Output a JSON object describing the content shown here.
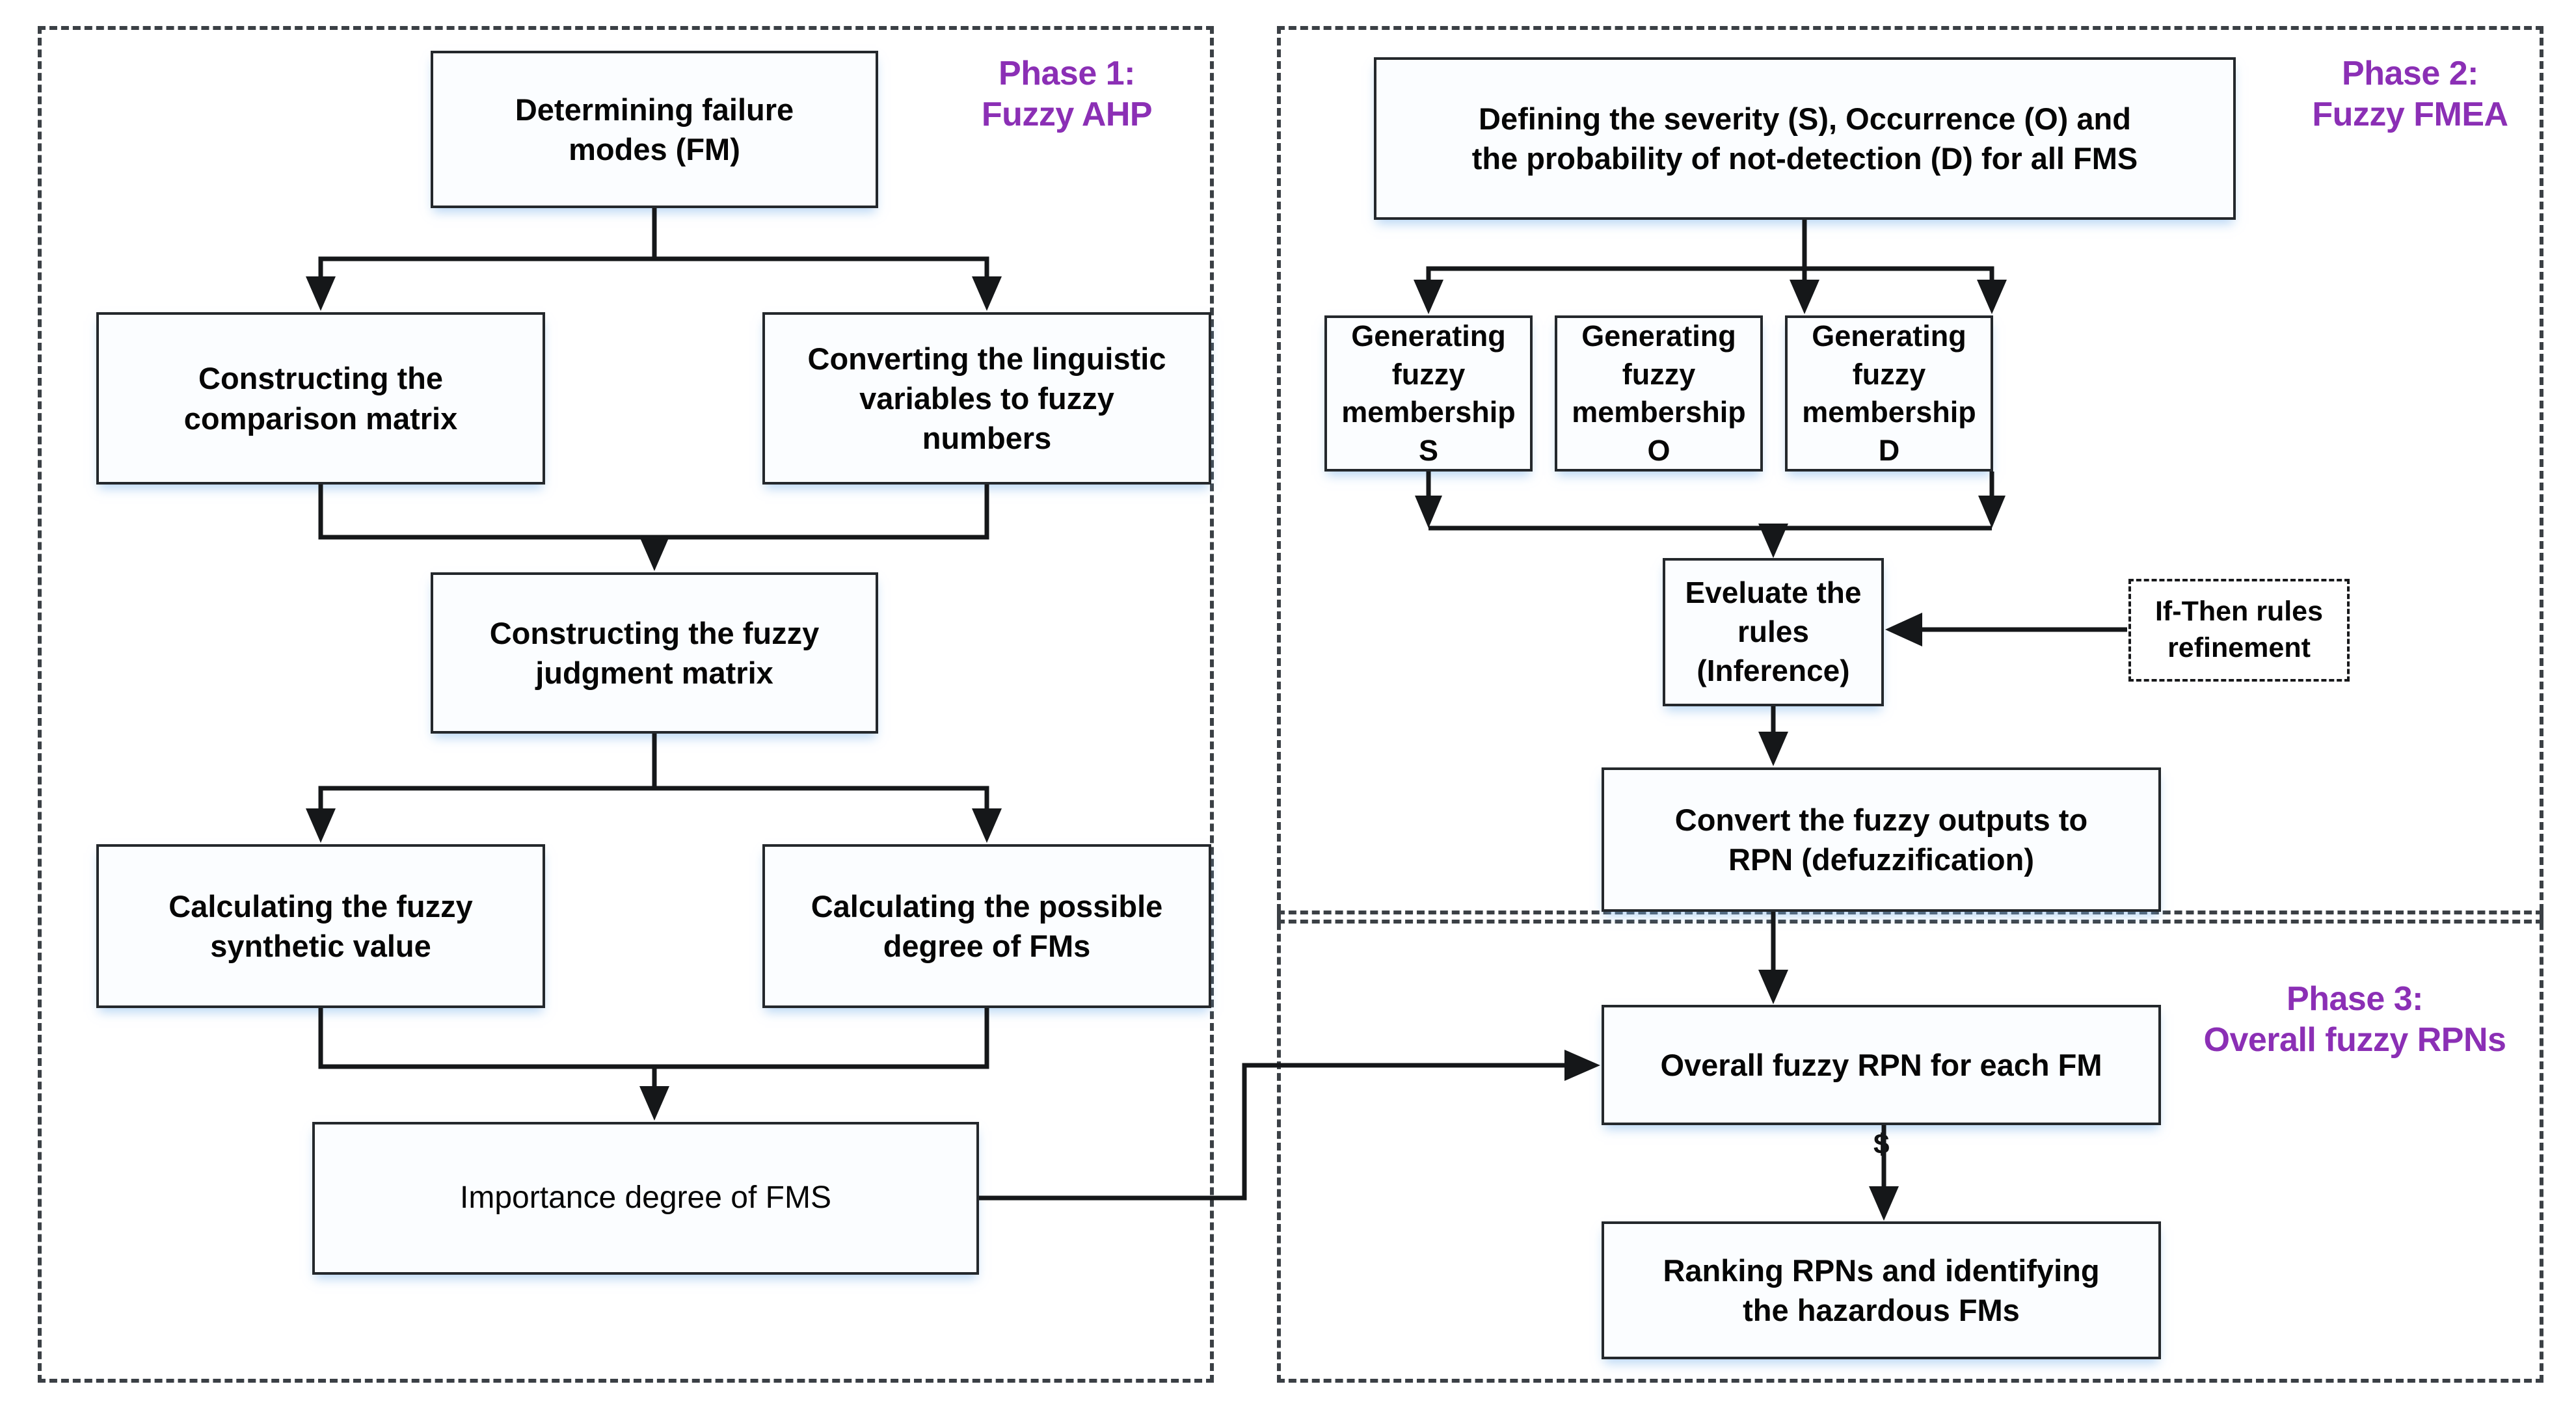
{
  "diagram": {
    "title_color": "#8B2FB5",
    "phases": [
      {
        "id": "phase1",
        "label": "Phase 1:\nFuzzy AHP"
      },
      {
        "id": "phase2",
        "label": "Phase 2:\nFuzzy FMEA"
      },
      {
        "id": "phase3",
        "label": "Phase 3:\nOverall fuzzy RPNs"
      }
    ],
    "nodes": {
      "determining_failure_modes": "Determining failure\nmodes (FM)",
      "constructing_comparison_matrix": "Constructing the\ncomparison matrix",
      "converting_linguistic_variables": "Converting the linguistic\nvariables to fuzzy\nnumbers",
      "constructing_fuzzy_judgment_matrix": "Constructing the fuzzy\njudgment matrix",
      "calculating_fuzzy_synthetic_value": "Calculating the fuzzy\nsynthetic value",
      "calculating_possible_degree": "Calculating the possible\ndegree of FMs",
      "importance_degree": "Importance degree of FMS",
      "defining_sod": "Defining the severity (S), Occurrence (O) and\nthe probability of not-detection (D) for all FMS",
      "membership_s": "Generating fuzzy\nmembership S",
      "membership_o": "Generating fuzzy\nmembership O",
      "membership_d": "Generating fuzzy\nmembership D",
      "evaluate_rules": "Eveluate the rules\n(Inference)",
      "if_then_rules": "If-Then rules\nrefinement",
      "convert_outputs_rpn": "Convert the fuzzy outputs to\nRPN (defuzzification)",
      "overall_fuzzy_rpn": "Overall fuzzy RPN for each FM",
      "ranking_rpns": "Ranking RPNs and identifying\nthe hazardous FMs"
    },
    "artifact_glyph": "$"
  }
}
